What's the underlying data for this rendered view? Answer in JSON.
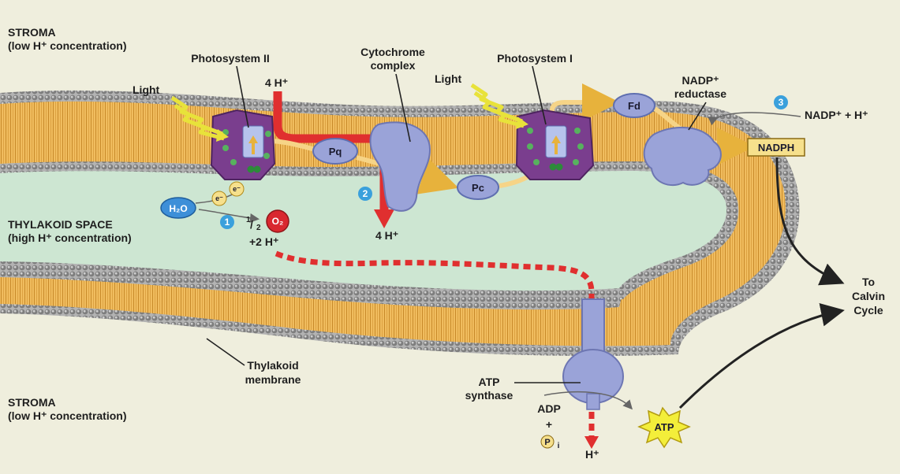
{
  "labels": {
    "stroma_top": "STROMA",
    "stroma_top_sub": "(low H⁺ concentration)",
    "thylakoid_space": "THYLAKOID SPACE",
    "thylakoid_space_sub": "(high H⁺ concentration)",
    "stroma_bottom": "STROMA",
    "stroma_bottom_sub": "(low H⁺ concentration)",
    "photosystem_ii": "Photosystem II",
    "photosystem_i": "Photosystem I",
    "cytochrome_line1": "Cytochrome",
    "cytochrome_line2": "complex",
    "nadp_reductase_line1": "NADP⁺",
    "nadp_reductase_line2": "reductase",
    "light_left": "Light",
    "light_right": "Light",
    "thylakoid_membrane_line1": "Thylakoid",
    "thylakoid_membrane_line2": "membrane",
    "atp_synthase_line1": "ATP",
    "atp_synthase_line2": "synthase",
    "to_calvin_line1": "To",
    "to_calvin_line2": "Calvin",
    "to_calvin_line3": "Cycle",
    "four_h_top": "4 H⁺",
    "four_h_mid": "4 H⁺",
    "plus_two_h": "+2 H⁺",
    "h_plus_bottom": "H⁺",
    "half_o2_num": "1",
    "half_o2_den": "2",
    "nadp_plus_h": "NADP⁺ + H⁺",
    "adp": "ADP",
    "plus": "+"
  },
  "molecules": {
    "h2o": "H₂O",
    "o2": "O₂",
    "pq": "Pq",
    "pc": "Pc",
    "fd": "Fd",
    "nadph": "NADPH",
    "atp": "ATP",
    "pi": "P",
    "pi_sub": "i",
    "electron": "e⁻"
  },
  "steps": [
    "1",
    "2",
    "3"
  ],
  "colors": {
    "background": "#efeedd",
    "lumen": "#cde6d2",
    "lipid_head": "#8a8a8a",
    "lipid_tail": "#e7a93f",
    "protein": "#9aa3d8",
    "photosystem": "#7a3e8e",
    "proton_arrow": "#e02f2f",
    "electron_path": "#f6d487",
    "step_badge": "#3aa0dc",
    "oxygen": "#d9282f",
    "nadph_box": "#f6e08c"
  }
}
